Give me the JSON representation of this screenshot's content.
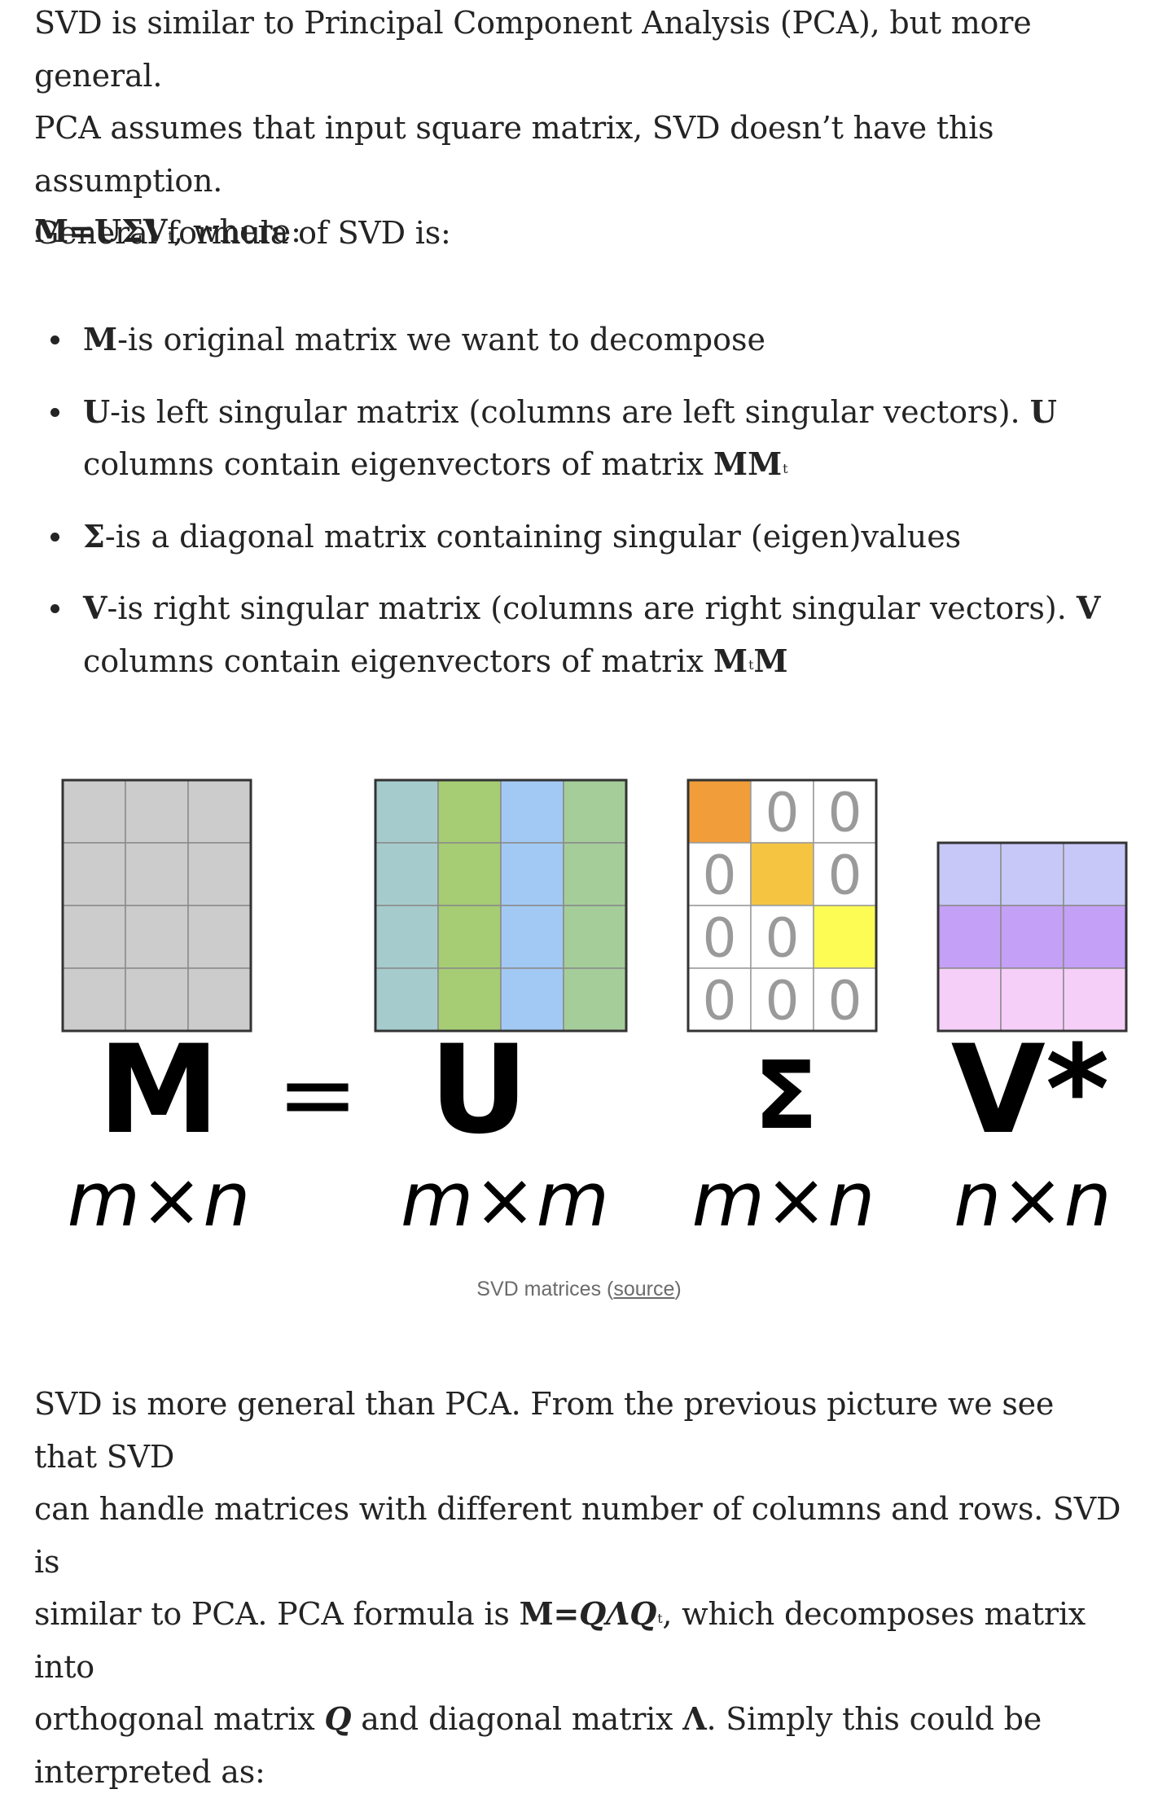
{
  "intro": {
    "line1": "SVD is similar to Principal Component Analysis (PCA), but more general.",
    "line2": "PCA assumes that input square matrix, SVD doesn’t have this assumption.",
    "line3": "General formula of SVD is:"
  },
  "formula": {
    "lhs": "M",
    "eq": "=",
    "rhs": "UΣV",
    "sup": "t",
    "tail": ", where:"
  },
  "bullets": [
    {
      "term": "M",
      "text": "-is original matrix we want to decompose"
    },
    {
      "term": "U",
      "text": "-is left singular matrix (columns are left singular vectors). ",
      "term2": "U",
      "text2": " columns contain eigenvectors of matrix ",
      "term3": "MM",
      "sup": "t"
    },
    {
      "term": "Σ",
      "text": "-is a diagonal matrix containing singular (eigen)values"
    },
    {
      "term": "V",
      "text": "-is right singular matrix (columns are right singular vectors). ",
      "term2": "V",
      "text2": " columns contain eigenvectors of matrix ",
      "term3a": "M",
      "sup": "t",
      "term3b": "M"
    }
  ],
  "figure": {
    "labels": {
      "m": "M",
      "eq": "=",
      "u": "U",
      "sigma": "Σ",
      "v": "V*"
    },
    "dims": {
      "m": "m×n",
      "u": "m×m",
      "sigma": "m×n",
      "v": "n×n"
    },
    "zero": "0",
    "colors": {
      "gray": "#cccccc",
      "u_cols": [
        "#a6cbcd",
        "#a6cd73",
        "#a2c9f3",
        "#a4cd9a"
      ],
      "sigma_diag": [
        "#f09d3a",
        "#f5c542",
        "#fcfc55"
      ],
      "v_rows": [
        "#c7c8f7",
        "#c4a0f6",
        "#f6cff8"
      ]
    }
  },
  "caption": {
    "text": "SVD matrices (",
    "link": "source",
    "close": ")"
  },
  "outro": {
    "p1": "SVD is more general than PCA. From the previous picture we see that SVD",
    "p2": "can handle matrices with different number of columns and rows. SVD is",
    "p3a": "similar to PCA. PCA formula is ",
    "p3_formula_m": "M=",
    "p3_formula_q1": "QΛQ",
    "p3_sup": "t",
    "p3b": ", which decomposes matrix into",
    "p4a": "orthogonal matrix ",
    "p4_q": "Q",
    "p4b": " and diagonal matrix ",
    "p4_lambda": "Λ",
    "p4c": ". Simply this could be",
    "p5": "interpreted as:"
  }
}
